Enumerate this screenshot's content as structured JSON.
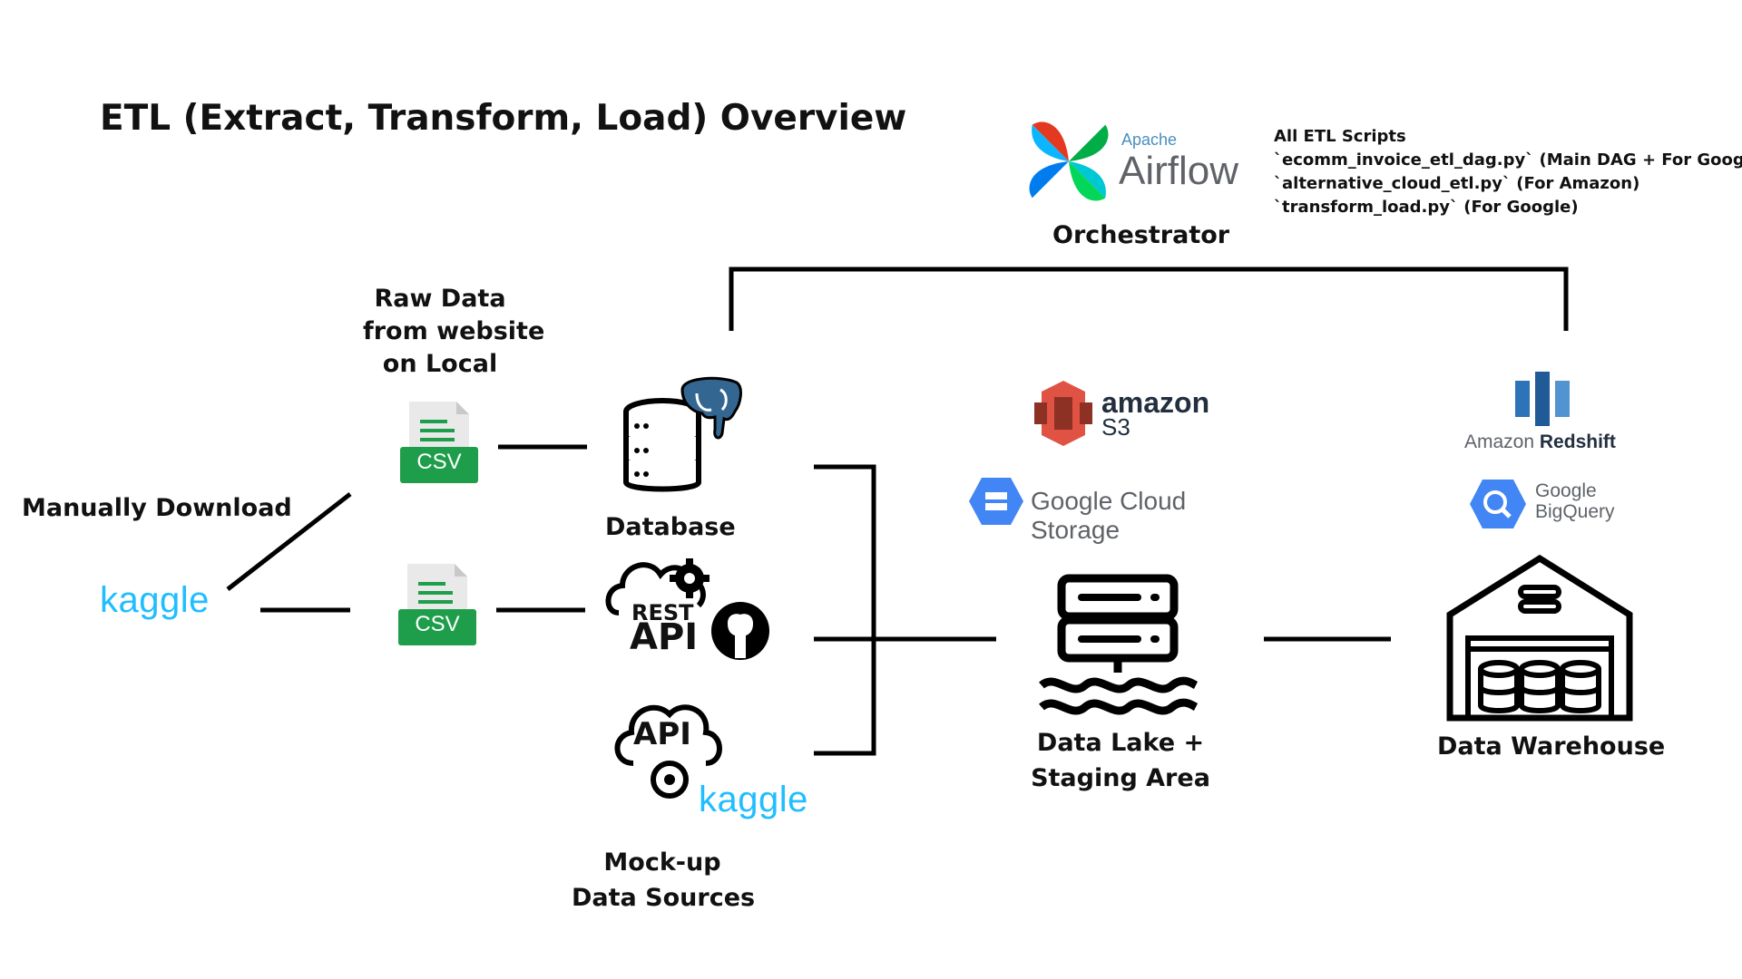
{
  "title": "ETL (Extract, Transform, Load) Overview",
  "orchestrator": {
    "apache": "Apache",
    "airflow": "Airflow",
    "label": "Orchestrator"
  },
  "scripts": {
    "heading": "All ETL Scripts",
    "lines": [
      "`ecomm_invoice_etl_dag.py` (Main DAG + For Google)",
      "`alternative_cloud_etl.py` (For Amazon)",
      "`transform_load.py` (For Google)"
    ]
  },
  "sources": {
    "raw_data": [
      "Raw Data",
      "from website",
      "on Local"
    ],
    "manual": "Manually Download",
    "kaggle": "kaggle",
    "csv": "CSV",
    "database": "Database",
    "rest": "REST",
    "api": "API",
    "api_badge": "API",
    "kaggle_api": "kaggle",
    "mockup": [
      "Mock-up",
      "Data Sources"
    ]
  },
  "lake": {
    "amazon": "amazon",
    "s3": "S3",
    "gcs": "Google Cloud Storage",
    "label": [
      "Data Lake +",
      "Staging Area"
    ]
  },
  "warehouse": {
    "redshift_prefix": "Amazon",
    "redshift": "Redshift",
    "google": "Google",
    "bigquery": "BigQuery",
    "label": "Data Warehouse"
  },
  "colors": {
    "csv_green": "#1e9e4a",
    "kaggle_blue": "#20BEFF",
    "gcs_blue": "#4285F4",
    "s3_red": "#E05243",
    "redshift_blue": "#2E73B8",
    "postgres_blue": "#336791"
  }
}
